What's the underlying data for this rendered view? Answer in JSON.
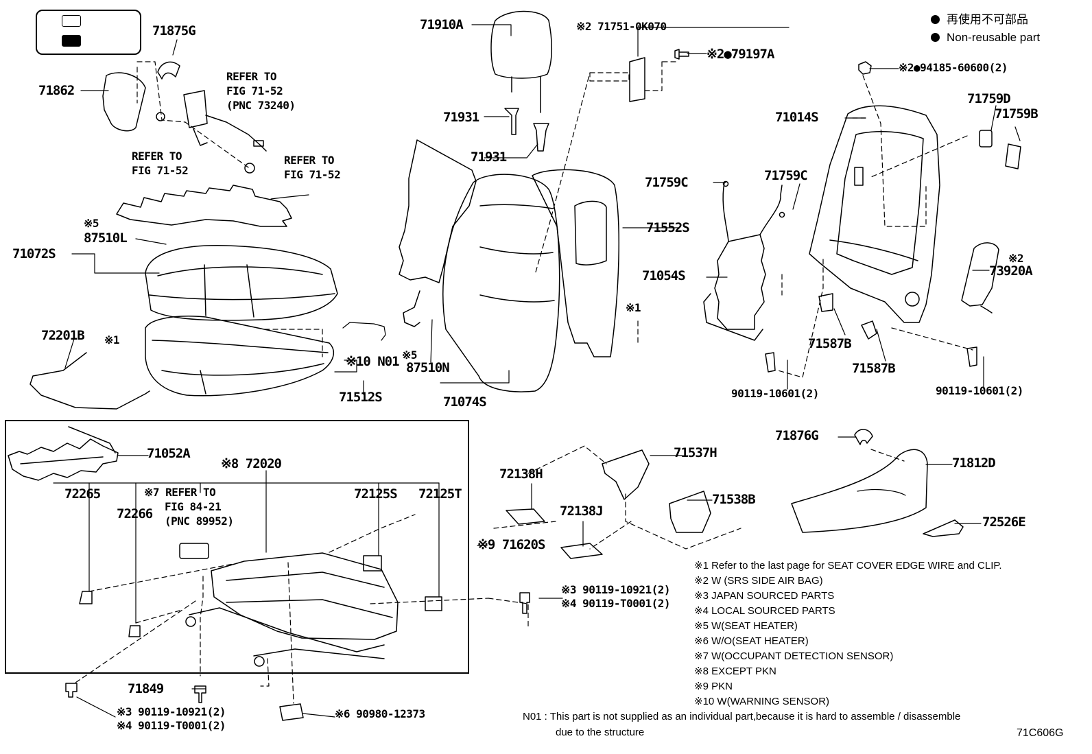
{
  "legend": {
    "jp": "再使用不可部品",
    "en": "Non-reusable part"
  },
  "diagram_code": "71C606G",
  "parts": {
    "p71875G": "71875G",
    "p71862": "71862",
    "p71910A": "71910A",
    "p71931a": "71931",
    "p71931b": "71931",
    "p71751": "※2 71751-0K070",
    "p79197A": "※2●79197A",
    "p94185": "※2●94185-60600(2)",
    "p71014S": "71014S",
    "p71759D": "71759D",
    "p71759B": "71759B",
    "p71759C_a": "71759C",
    "p71759C_b": "71759C",
    "p71552S": "71552S",
    "p71054S": "71054S",
    "p73920A_mark": "※2",
    "p73920A": "73920A",
    "p87510L_mark": "※5",
    "p87510L": "87510L",
    "p71072S": "71072S",
    "p72201B": "72201B",
    "mark1a": "※1",
    "mark1b": "※1",
    "pN01": "※10 N01",
    "p87510N_mark": "※5",
    "p87510N": "87510N",
    "p71512S": "71512S",
    "p71074S": "71074S",
    "p71587B_a": "71587B",
    "p71587B_b": "71587B",
    "p90119a": "90119-10601(2)",
    "p90119b": "90119-10601(2)",
    "p71052A": "71052A",
    "p72020": "※8 72020",
    "p72265": "72265",
    "p72266": "72266",
    "p72125S": "72125S",
    "p72125T": "72125T",
    "p71620S": "※9 71620S",
    "p72138H": "72138H",
    "p72138J": "72138J",
    "p71537H": "71537H",
    "p71538B": "71538B",
    "p71876G": "71876G",
    "p71812D": "71812D",
    "p72526E": "72526E",
    "p90119_10921_r": "※3 90119-10921(2)",
    "p90119_T0001_r": "※4 90119-T0001(2)",
    "p71849": "71849",
    "p90119_10921_l": "※3 90119-10921(2)",
    "p90119_T0001_l": "※4 90119-T0001(2)",
    "p90980": "※6 90980-12373"
  },
  "refs": {
    "ref1_l1": "REFER TO",
    "ref1_l2": "FIG 71-52",
    "ref1_l3": "(PNC 73240)",
    "ref2_l1": "REFER TO",
    "ref2_l2": "FIG 71-52",
    "ref3_l1": "REFER TO",
    "ref3_l2": "FIG 71-52",
    "ref4_l1": "※7 REFER TO",
    "ref4_l2": "FIG 84-21",
    "ref4_l3": "(PNC 89952)"
  },
  "notes": [
    "※1  Refer to the last page for SEAT COVER EDGE WIRE and CLIP.",
    "※2  W (SRS SIDE AIR BAG)",
    "※3  JAPAN SOURCED PARTS",
    "※4  LOCAL SOURCED PARTS",
    "※5  W(SEAT HEATER)",
    "※6  W/O(SEAT HEATER)",
    "※7  W(OCCUPANT DETECTION SENSOR)",
    "※8 EXCEPT PKN",
    "※9 PKN",
    "※10 W(WARNING SENSOR)"
  ],
  "footnote": {
    "line1": "N01 : This part is not supplied as an individual part,because it is hard to assemble / disassemble",
    "line2": "due to the structure"
  }
}
